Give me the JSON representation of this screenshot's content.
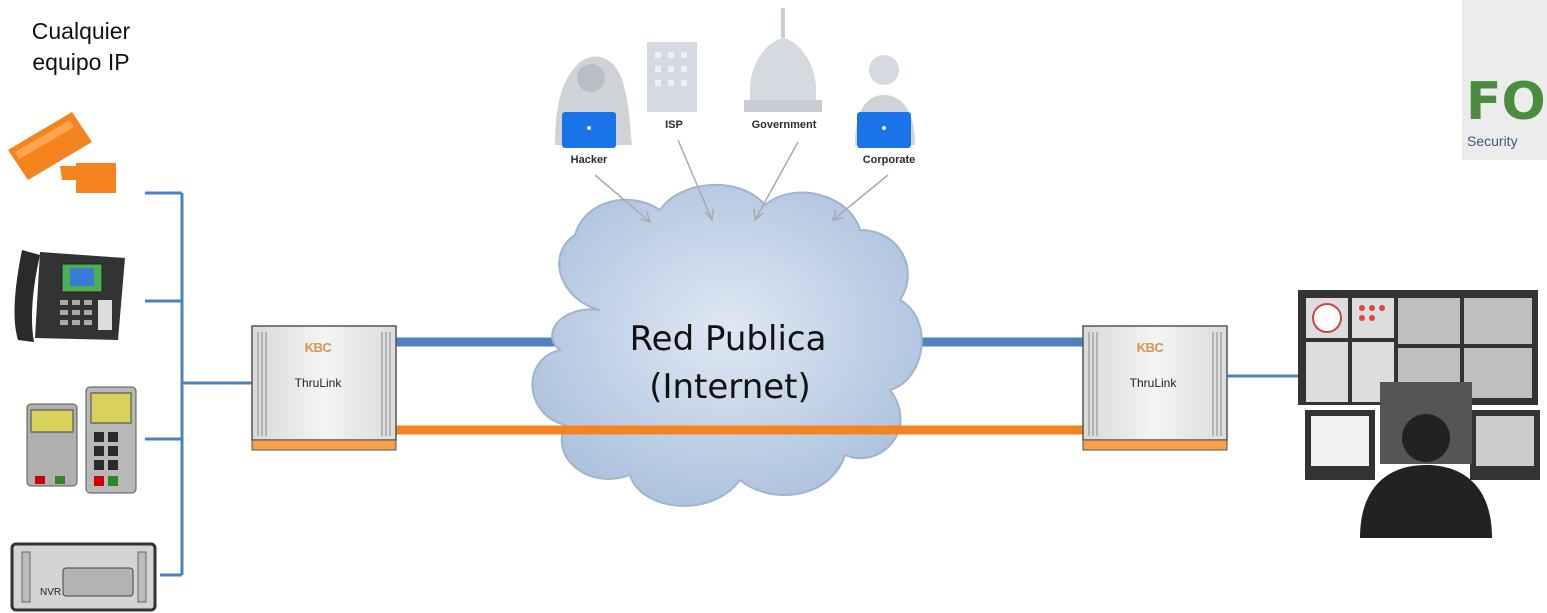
{
  "left_title_line1": "Cualquier",
  "left_title_line2": "equipo IP",
  "threats": {
    "hacker": "Hacker",
    "isp": "ISP",
    "government": "Government",
    "corporate": "Corporate"
  },
  "cloud": {
    "line1": "Red Publica",
    "line2": "(Internet)"
  },
  "left_device": {
    "brand": "KBC",
    "label": "ThruLink"
  },
  "right_device": {
    "brand": "KBC",
    "label": "ThruLink"
  },
  "nvr_label": "NVR",
  "logo": {
    "big": "FOI",
    "small": "Security"
  },
  "colors": {
    "line_blue": "#4f81bd",
    "line_orange": "#f5841f",
    "cloud_fill": "#c9d7ea",
    "logo_green": "#4c8c3f"
  },
  "icons": [
    "security-camera-icon",
    "ip-phone-icon",
    "payment-terminal-icon",
    "nvr-icon",
    "hacker-icon",
    "building-icon",
    "capitol-icon",
    "corporate-user-icon",
    "monitoring-station-icon"
  ]
}
